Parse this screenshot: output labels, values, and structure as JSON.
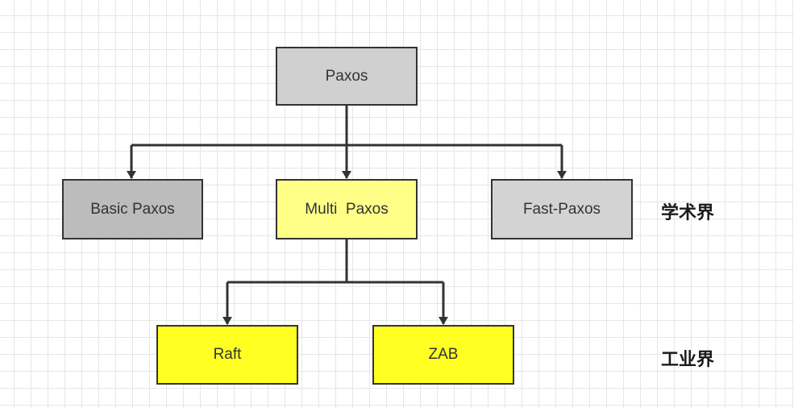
{
  "nodes": {
    "paxos": {
      "label": "Paxos",
      "fill": "#d0d0d0"
    },
    "basic_paxos": {
      "label": "Basic Paxos",
      "fill": "#bcbcbc"
    },
    "multi_paxos": {
      "label": "Multi  Paxos",
      "fill": "#ffff88"
    },
    "fast_paxos": {
      "label": "Fast-Paxos",
      "fill": "#d3d3d3"
    },
    "raft": {
      "label": "Raft",
      "fill": "#ffff22"
    },
    "zab": {
      "label": "ZAB",
      "fill": "#ffff22"
    }
  },
  "tier_labels": {
    "academia": "学术界",
    "industry": "工业界"
  },
  "colors": {
    "connector": "#333333",
    "grid": "#e6e6e6"
  }
}
